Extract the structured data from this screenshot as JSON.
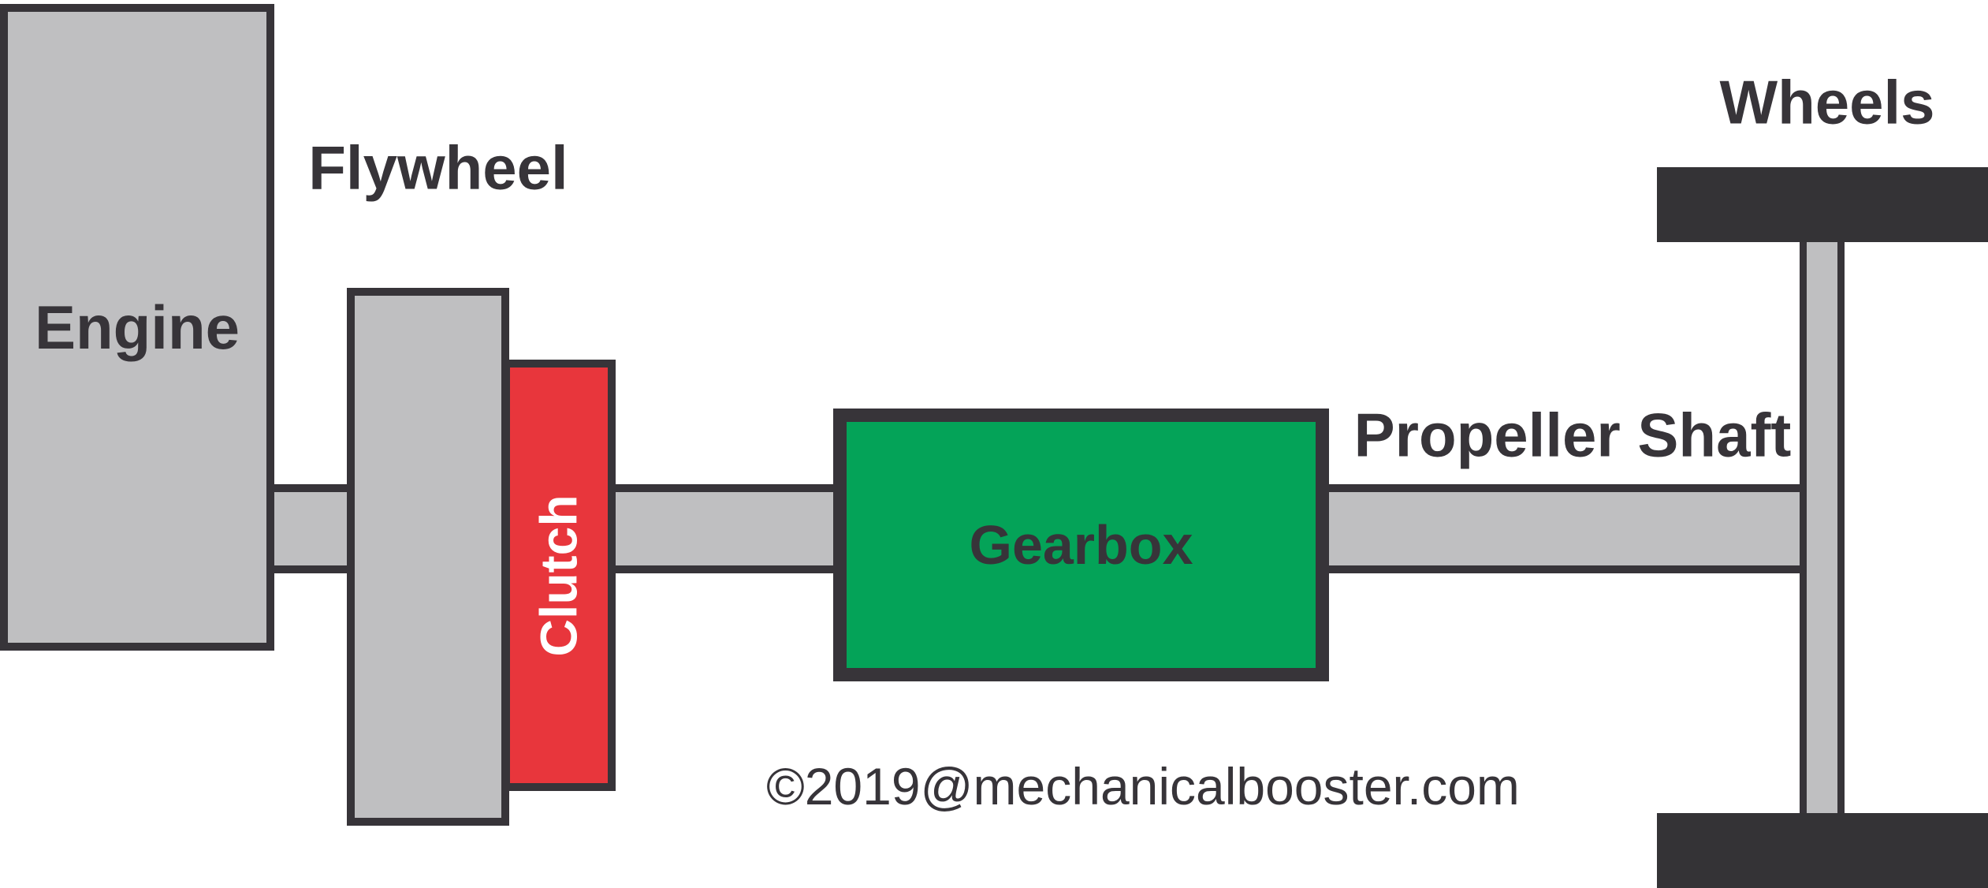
{
  "figure": {
    "components": {
      "engine": {
        "label": "Engine"
      },
      "flywheel": {
        "label": "Flywheel"
      },
      "clutch": {
        "label": "Clutch"
      },
      "gearbox": {
        "label": "Gearbox"
      },
      "propeller_shaft": {
        "label": "Propeller Shaft"
      },
      "wheels": {
        "label": "Wheels"
      }
    },
    "watermark": "©2019@mechanicalbooster.com",
    "colors": {
      "background": "#FFFFFF",
      "metal_gray": "#BFBFC1",
      "outline_dark": "#373439",
      "wheel_dark": "#343336",
      "label_dark": "#373439",
      "clutch_red": "#E8363C",
      "gearbox_green": "#04A358",
      "clutch_label_white": "#FFFFFF"
    }
  }
}
